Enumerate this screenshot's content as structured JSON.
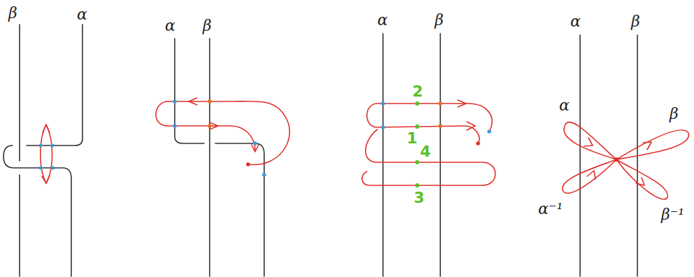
{
  "diagram": {
    "labels": [
      "β",
      "α",
      "α",
      "β",
      "α",
      "β",
      "2",
      "1",
      "4",
      "3",
      "α",
      "β",
      "α",
      "β",
      "α⁻¹",
      "β⁻¹"
    ]
  }
}
